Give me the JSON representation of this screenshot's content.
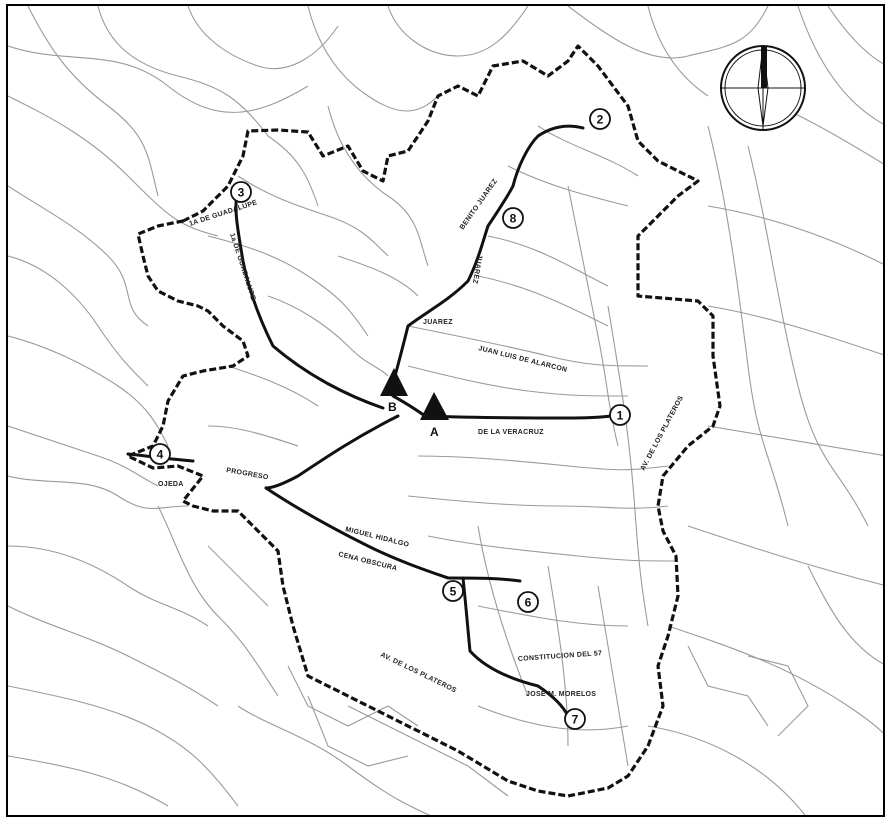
{
  "map": {
    "street_labels": [
      "1A DE GUADALUPE",
      "1a DE GUADALUPE",
      "BENITO JUAREZ",
      "JUAREZ",
      "JUAREZ",
      "JUAN LUIS DE ALARCON",
      "DE LA VERACRUZ",
      "AV. DE LOS PLATEROS",
      "OJEDA",
      "PROGRESO",
      "MIGUEL HIDALGO",
      "CENA OBSCURA",
      "CONSTITUCION DEL 57",
      "JOSE M. MORELOS",
      "AV. DE LOS PLATEROS"
    ],
    "stops": [
      "1",
      "2",
      "3",
      "4",
      "5",
      "6",
      "7",
      "8"
    ],
    "markers": [
      "A",
      "B"
    ],
    "colors": {
      "ink": "#111111",
      "streets": "#9a9a9a",
      "background": "#ffffff"
    },
    "icons": [
      "north-arrow-icon"
    ]
  }
}
